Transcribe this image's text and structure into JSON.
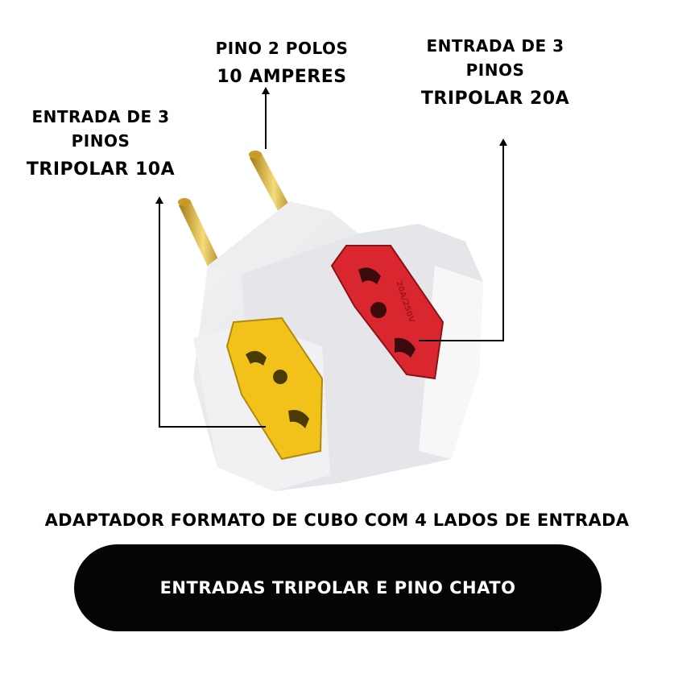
{
  "labels": {
    "left": {
      "line1": "ENTRADA DE 3",
      "line2": "PINOS",
      "line3": "TRIPOLAR 10A"
    },
    "center": {
      "line1": "PINO 2 POLOS",
      "line2": "10 AMPERES"
    },
    "right": {
      "line1": "ENTRADA DE 3",
      "line2": "PINOS",
      "line3": "TRIPOLAR 20A"
    }
  },
  "product_marking": "20A/250V",
  "caption": "ADAPTADOR FORMATO DE CUBO COM 4 LADOS DE ENTRADA",
  "banner": "ENTRADAS TRIPOLAR E PINO CHATO",
  "colors": {
    "yellow_socket": "#f2c21a",
    "red_socket": "#d9262f",
    "banner": "#050505"
  }
}
